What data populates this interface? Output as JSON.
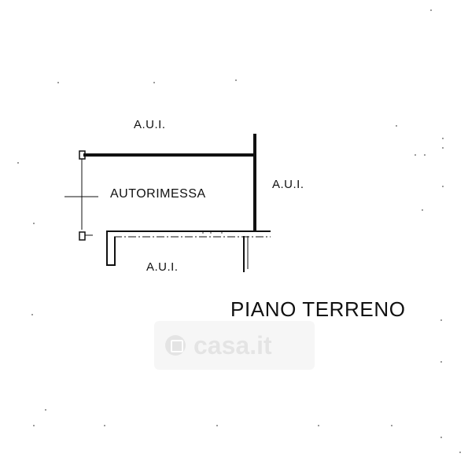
{
  "labels": {
    "aui_top": "A.U.I.",
    "aui_right": "A.U.I.",
    "aui_bottom": "A.U.I.",
    "room": "AUTORIMESSA",
    "floor": "PIANO TERRENO"
  },
  "watermark": {
    "text": "casa.it",
    "icon": "house-icon"
  },
  "colors": {
    "line": "#111111",
    "background": "#ffffff"
  }
}
